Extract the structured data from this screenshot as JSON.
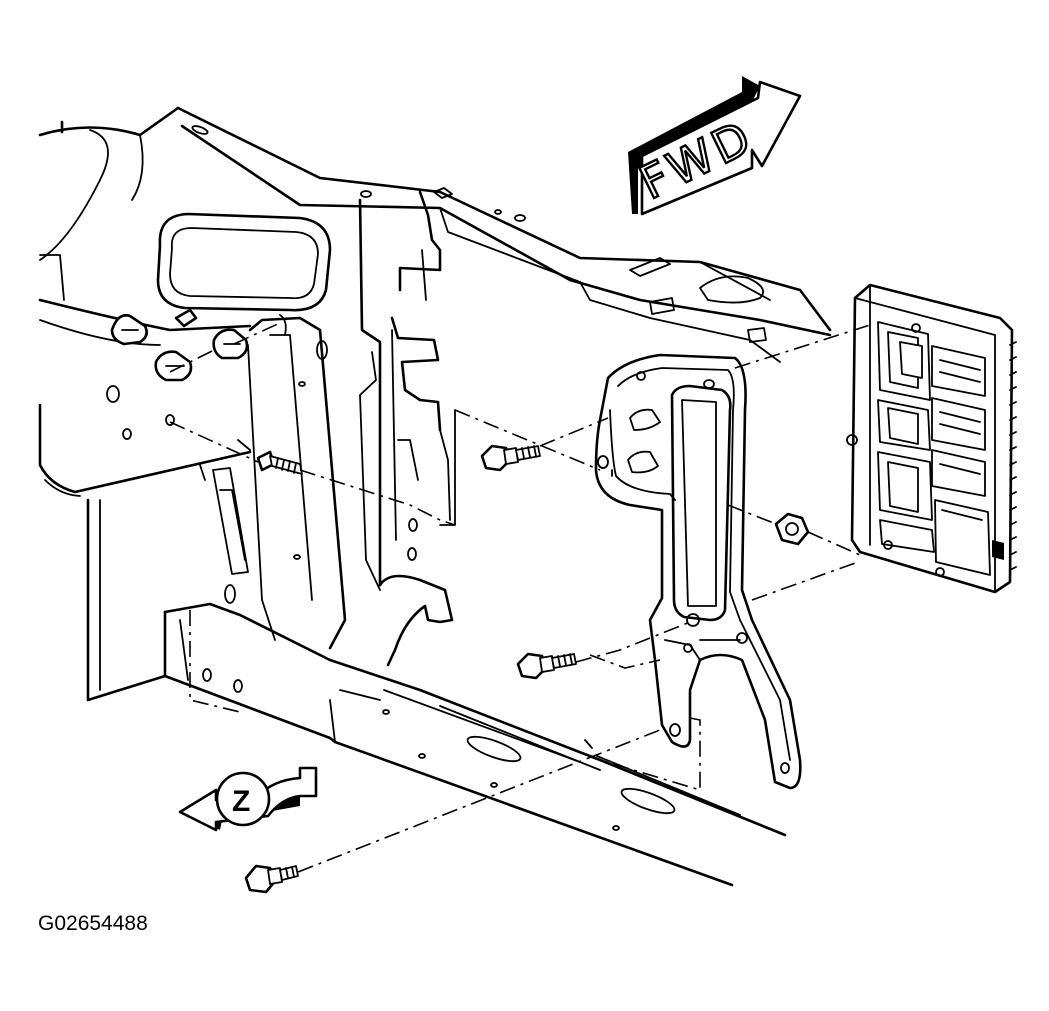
{
  "diagram": {
    "direction_arrow": {
      "label": "FWD"
    },
    "view_indicator": {
      "label": "Z"
    },
    "figure_id": "G02654488"
  }
}
